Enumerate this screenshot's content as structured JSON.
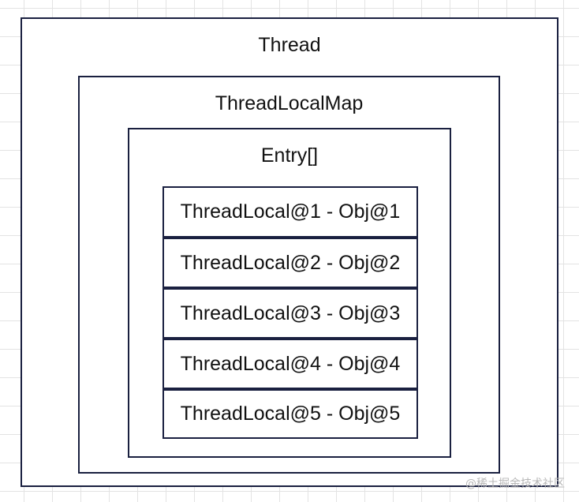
{
  "diagram": {
    "outer": {
      "title": "Thread"
    },
    "middle": {
      "title": "ThreadLocalMap"
    },
    "inner": {
      "title": "Entry[]"
    },
    "entries": [
      "ThreadLocal@1 - Obj@1",
      "ThreadLocal@2 - Obj@2",
      "ThreadLocal@3 - Obj@3",
      "ThreadLocal@4 - Obj@4",
      "ThreadLocal@5 - Obj@5"
    ]
  },
  "watermark": "@稀土掘金技术社区"
}
